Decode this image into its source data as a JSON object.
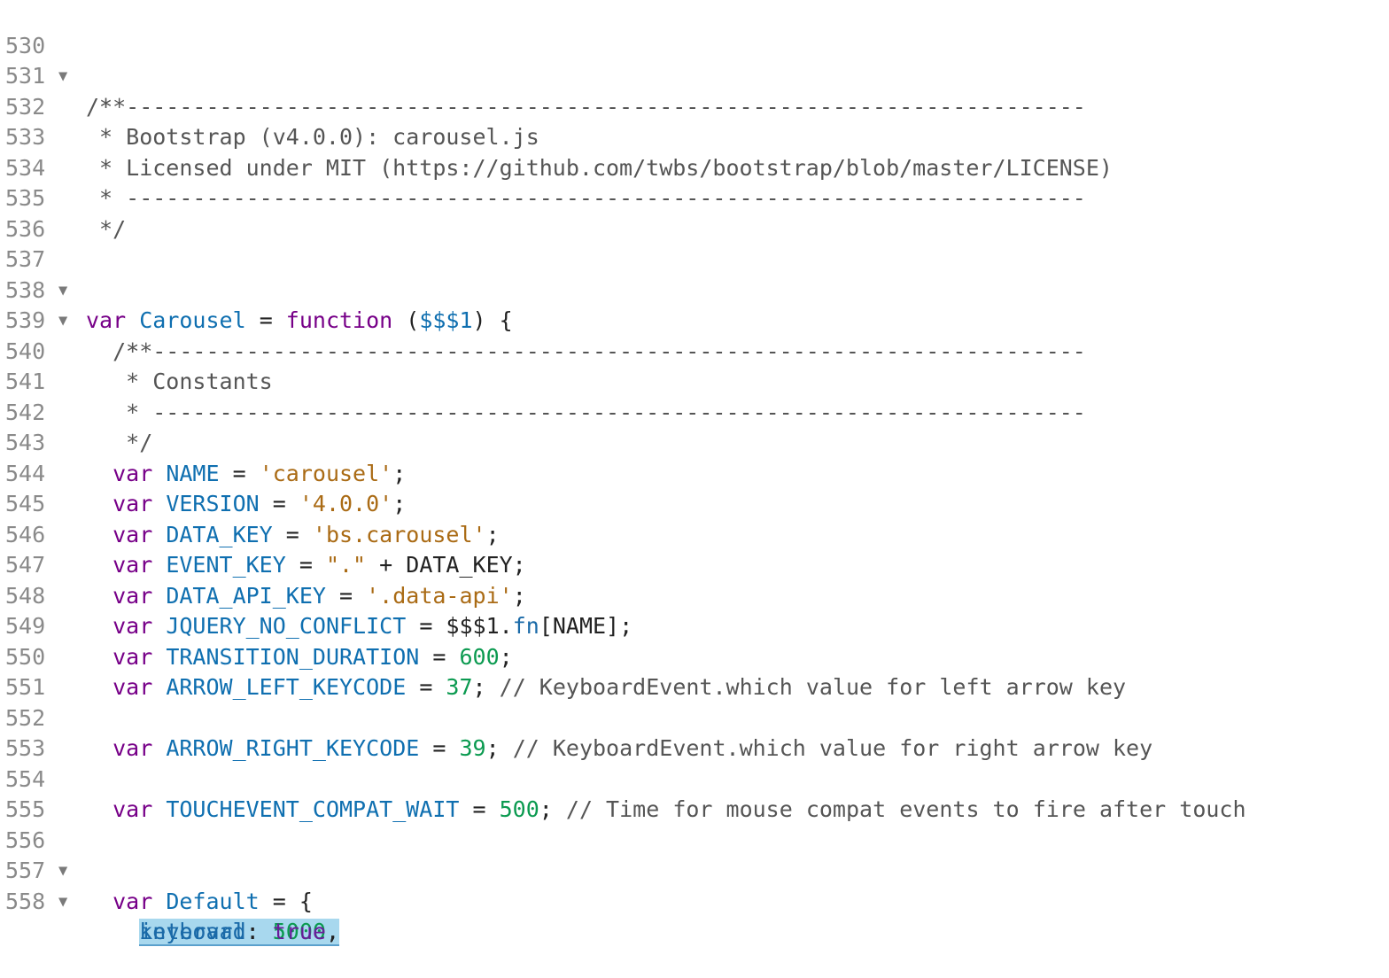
{
  "editor": {
    "lines": [
      {
        "n": "530",
        "fold": true
      },
      {
        "n": "531",
        "fold": false
      },
      {
        "n": "532",
        "fold": false
      },
      {
        "n": "533",
        "fold": false
      },
      {
        "n": "534",
        "fold": false
      },
      {
        "n": "535",
        "fold": false
      },
      {
        "n": "536",
        "fold": false
      },
      {
        "n": "537",
        "fold": true
      },
      {
        "n": "538",
        "fold": true
      },
      {
        "n": "539",
        "fold": false
      },
      {
        "n": "540",
        "fold": false
      },
      {
        "n": "541",
        "fold": false
      },
      {
        "n": "542",
        "fold": false
      },
      {
        "n": "543",
        "fold": false
      },
      {
        "n": "544",
        "fold": false
      },
      {
        "n": "545",
        "fold": false
      },
      {
        "n": "546",
        "fold": false
      },
      {
        "n": "547",
        "fold": false
      },
      {
        "n": "548",
        "fold": false
      },
      {
        "n": "549",
        "fold": false
      },
      {
        "n": "550",
        "fold": false
      },
      {
        "n": "551",
        "fold": false
      },
      {
        "n": "552",
        "fold": false
      },
      {
        "n": "553",
        "fold": false
      },
      {
        "n": "554",
        "fold": false
      },
      {
        "n": "555",
        "fold": false
      },
      {
        "n": "556",
        "fold": true
      },
      {
        "n": "557",
        "fold": true
      },
      {
        "n": "558",
        "fold": false
      }
    ],
    "fold_glyph": "▼",
    "tokens": {
      "l530": "/**",
      "l531": " * ------------------------------------------------------------------------",
      "l532": " * Bootstrap (v4.0.0): carousel.js",
      "l533": " * Licensed under MIT (https://github.com/twbs/bootstrap/blob/master/LICENSE)",
      "l534": " * ------------------------------------------------------------------------",
      "l535": " */",
      "l537_kw": "var",
      "l537_def": "Carousel",
      "l537_op": " = ",
      "l537_fn": "function",
      "l537_p1": " (",
      "l537_arg": "$$$1",
      "l537_p2": ") {",
      "l538": "  /**",
      "l539": "   * ----------------------------------------------------------------------",
      "l540": "   * Constants",
      "l541": "   * ----------------------------------------------------------------------",
      "l542": "   */",
      "var": "var",
      "l543_def": "NAME",
      "l543_str": "'carousel'",
      "l544_def": "VERSION",
      "l544_str": "'4.0.0'",
      "l545_def": "DATA_KEY",
      "l545_str": "'bs.carousel'",
      "l546_def": "EVENT_KEY",
      "l546_str": "\".\"",
      "l546_rest": " + DATA_KEY;",
      "l547_def": "DATA_API_KEY",
      "l547_str": "'.data-api'",
      "l548_def": "JQUERY_NO_CONFLICT",
      "l548_a": "$$$1.",
      "l548_prop": "fn",
      "l548_b": "[NAME];",
      "l549_def": "TRANSITION_DURATION",
      "l549_num": "600",
      "l550_def": "ARROW_LEFT_KEYCODE",
      "l550_num": "37",
      "l550_cm": "// KeyboardEvent.which value for left arrow key",
      "l552_def": "ARROW_RIGHT_KEYCODE",
      "l552_num": "39",
      "l552_cm": "// KeyboardEvent.which value for right arrow key",
      "l554_def": "TOUCHEVENT_COMPAT_WAIT",
      "l554_num": "500",
      "l554_cm": "// Time for mouse compat events to fire after touch",
      "l556_def": "Default",
      "l556_rest": " = {",
      "l557_prop": "interval",
      "l557_num": "5000",
      "l558_prop": "keyboard",
      "l558_atom": "true",
      "eq": " = ",
      "semi": ";",
      "colon": ": ",
      "comma": ","
    }
  }
}
